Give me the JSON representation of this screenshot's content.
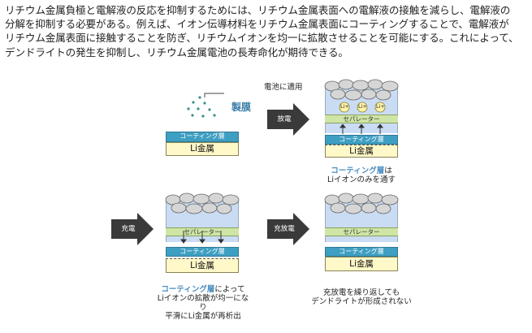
{
  "paragraph": [
    "リチウム金属負極と電解液の反応を抑制するためには、リチウム金属表面への電解液の接触を減らし、電解液の",
    "分解を抑制する必要がある。例えば、イオン伝導材料をリチウム金属表面にコーティングすることで、電解液が",
    "リチウム金属表面に接触することを防ぎ、リチウムイオンを均一に拡散させることを可能にする。これによって、",
    "デンドライトの発生を抑制し、リチウム金属電池の長寿命化が期待できる。"
  ],
  "diagram": {
    "film_label": "製膜",
    "apply_label": "電池に適用",
    "coating_layer": "コーティング層",
    "li_metal": "Li金属",
    "separator": "セパレーター",
    "li_ion": "Li+",
    "arrow_discharge": "放電",
    "arrow_charge": "充電",
    "arrow_charge_discharge": "充放電",
    "caption_right_top": {
      "hl": "コーティング層",
      "line1_rest": "は",
      "line2": "Liイオンのみを通す"
    },
    "caption_left_bottom": {
      "hl": "コーティング層",
      "line1_rest": "によって",
      "line2": "Liイオンの拡散が均一になり",
      "line3": "平滑にLi金属が再析出"
    },
    "caption_right_bottom": {
      "line1": "充放電を繰り返しても",
      "line2": "デンドライトが形成されない"
    },
    "colors": {
      "coating": "#3e9fc2",
      "metal": "#fff8c8",
      "separator": "#cfe5a5",
      "electrolyte": "#c9dcf3",
      "arrow": "#3a3a3a",
      "highlight": "#4a8ec0"
    }
  }
}
